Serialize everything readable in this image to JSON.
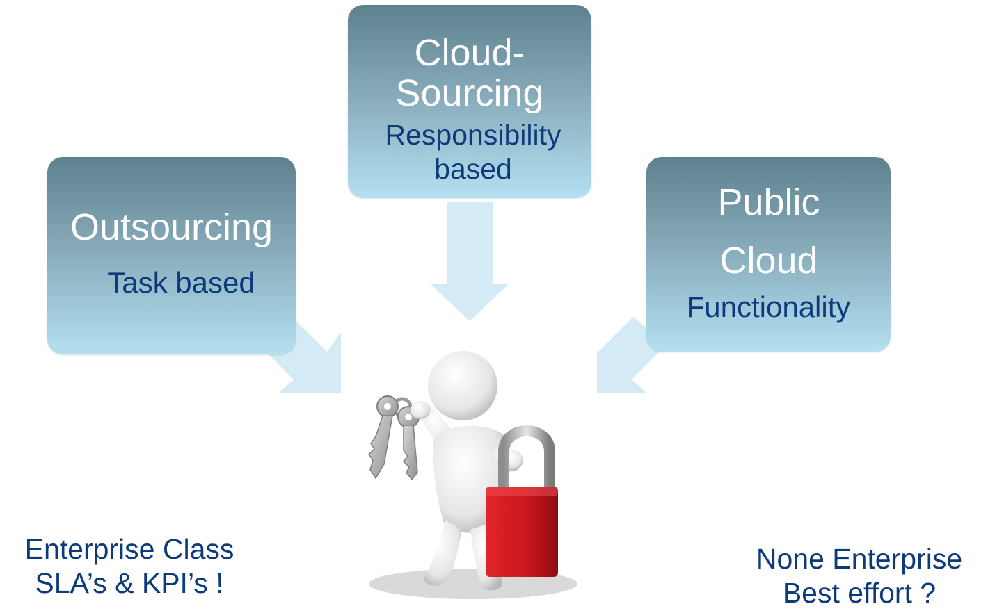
{
  "boxes": {
    "cloud": {
      "title": "Cloud-Sourcing",
      "subtitle": "Responsibility based"
    },
    "outsourcing": {
      "title": "Outsourcing",
      "subtitle": "Task based"
    },
    "public": {
      "title": "Public Cloud",
      "subtitle": "Functionality"
    }
  },
  "notes": {
    "left_line1": "Enterprise Class",
    "left_line2": "SLA’s & KPI’s !",
    "right_line1": "None Enterprise",
    "right_line2": "Best effort ?"
  },
  "colors": {
    "arrow": "#d4eaf5",
    "box_top": "#5e818e",
    "box_bottom": "#b4e0f2",
    "subtitle_text": "#0d3a7a",
    "lock_red": "#c8161d"
  },
  "illustration": "person-holding-keys-and-padlock"
}
